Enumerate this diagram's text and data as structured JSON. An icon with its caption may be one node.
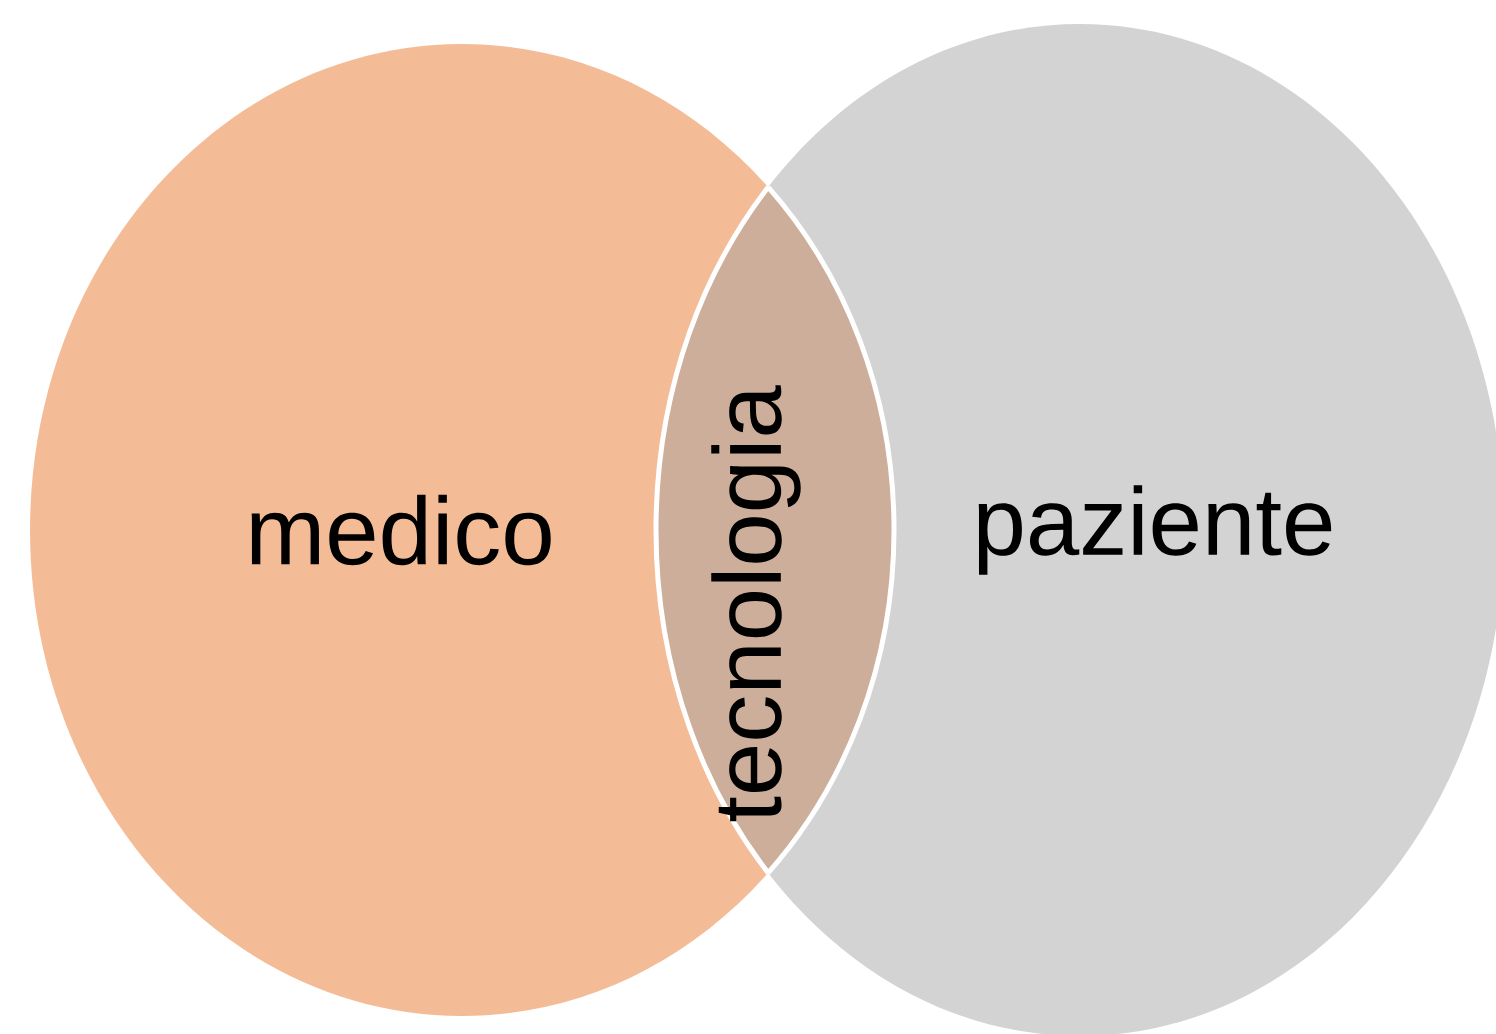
{
  "diagram": {
    "nodes": [
      {
        "text": [
          "medico"
        ]
      },
      {
        "text": [
          "paziente"
        ]
      },
      {
        "text": [
          "tecnologia"
        ]
      }
    ]
  }
}
